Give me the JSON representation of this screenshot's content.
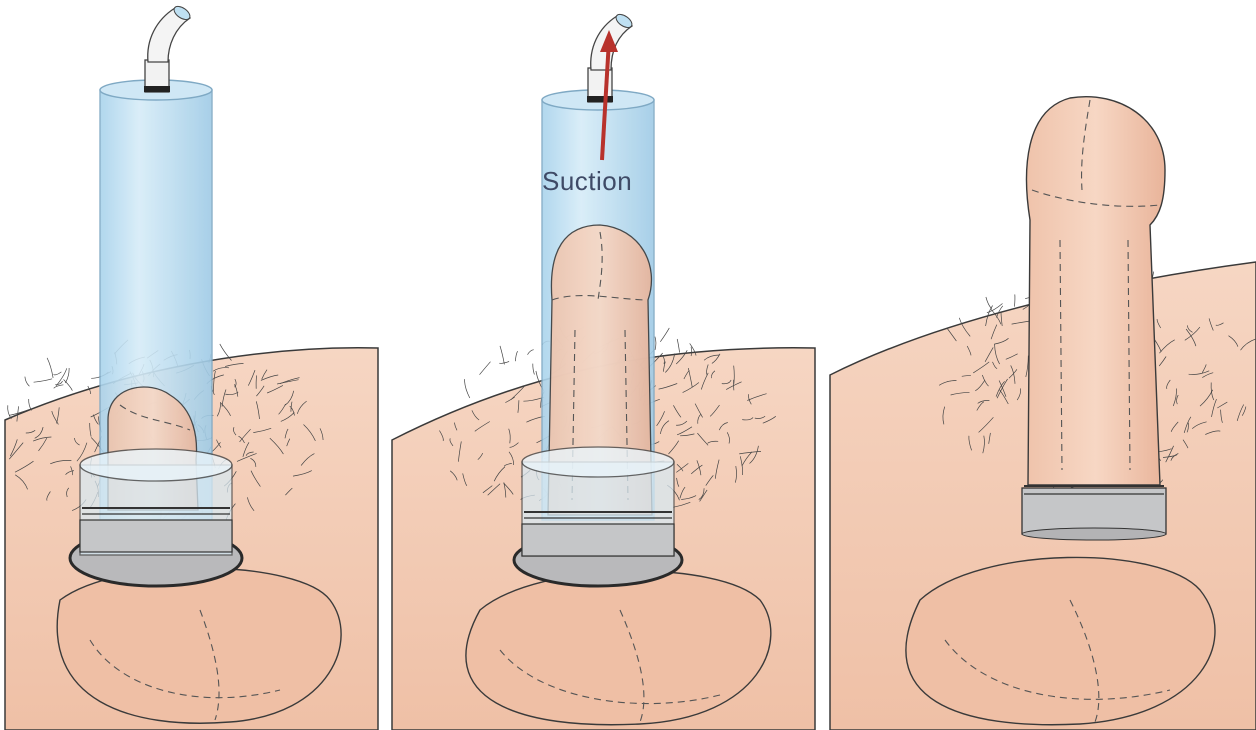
{
  "figure": {
    "panels": [
      {
        "id": "panel-1"
      },
      {
        "id": "panel-2",
        "annotation": "Suction"
      },
      {
        "id": "panel-3"
      }
    ]
  },
  "colors": {
    "skin": "#f0c7b0",
    "skin_shadow": "#e2a890",
    "cylinder": "#bfe0f2",
    "cylinder_edge": "#8fbcd8",
    "ring": "#c9cacc",
    "arrow": "#b8322c",
    "hair": "#4a4a4a",
    "background": "#ffffff"
  }
}
